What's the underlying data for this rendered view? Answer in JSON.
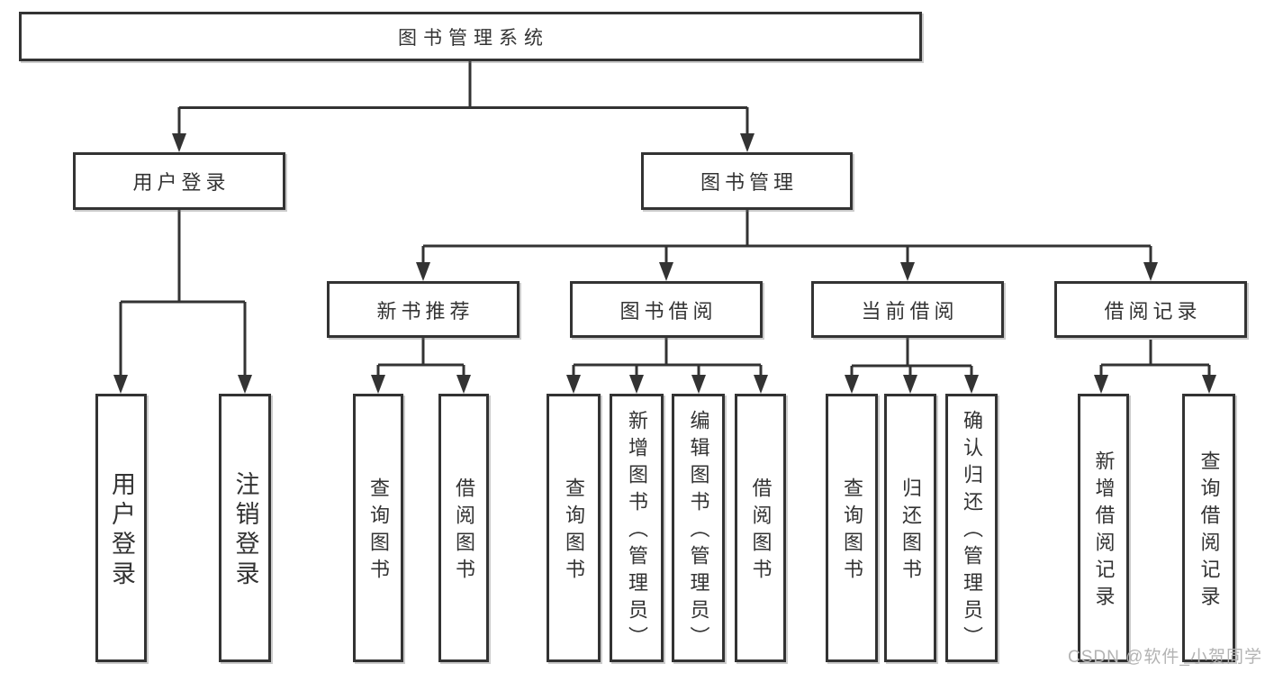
{
  "diagram": {
    "root": {
      "label": "图书管理系统"
    },
    "branches": [
      {
        "label": "用户登录",
        "children": [
          {
            "label": "用户登录"
          },
          {
            "label": "注销登录"
          }
        ]
      },
      {
        "label": "图书管理",
        "children": [
          {
            "label": "新书推荐",
            "children": [
              {
                "label": "查询图书"
              },
              {
                "label": "借阅图书"
              }
            ]
          },
          {
            "label": "图书借阅",
            "children": [
              {
                "label": "查询图书"
              },
              {
                "label": "新增图书（管理员）"
              },
              {
                "label": "编辑图书（管理员）"
              },
              {
                "label": "借阅图书"
              }
            ]
          },
          {
            "label": "当前借阅",
            "children": [
              {
                "label": "查询图书"
              },
              {
                "label": "归还图书"
              },
              {
                "label": "确认归还（管理员）"
              }
            ]
          },
          {
            "label": "借阅记录",
            "children": [
              {
                "label": "新增借阅记录"
              },
              {
                "label": "查询借阅记录"
              }
            ]
          }
        ]
      }
    ]
  },
  "watermark": {
    "text": "CSDN @软件_小贺同学"
  },
  "colors": {
    "line": "#333333",
    "text": "#333333",
    "box_background": "#ffffff",
    "page_background": "#ffffff",
    "watermark": "#b3b3b3"
  }
}
